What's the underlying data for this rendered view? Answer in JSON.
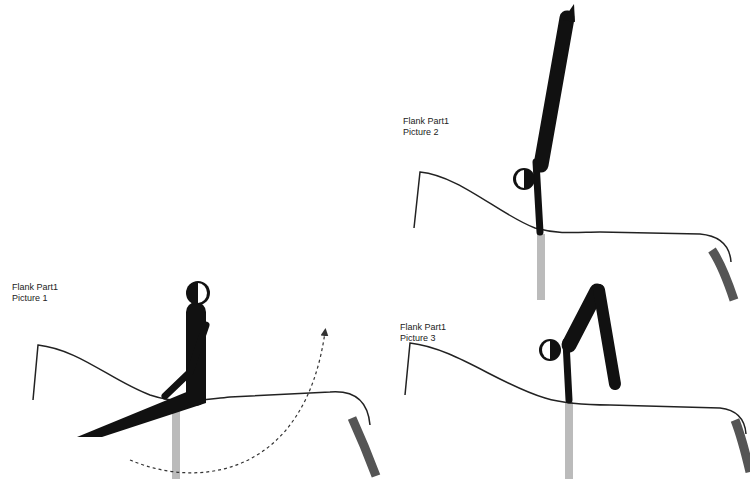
{
  "diagram": {
    "labels": [
      "Flank Part1",
      "Picture 2",
      "Flank Part1",
      "Picture 1",
      "Flank Part1",
      "Picture 3"
    ]
  }
}
